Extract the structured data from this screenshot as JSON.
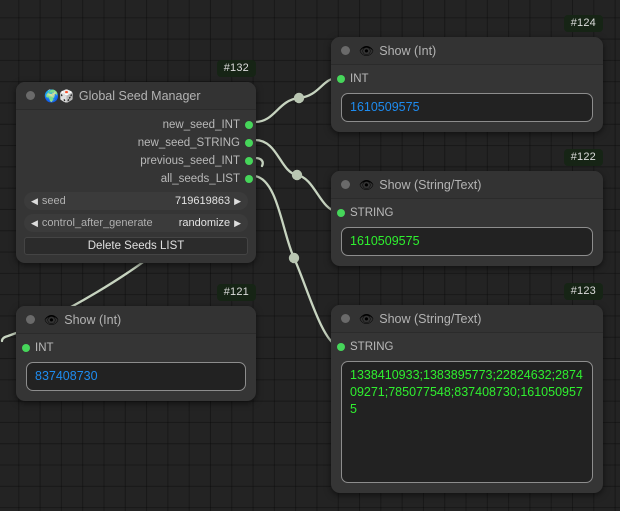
{
  "canvas": {
    "background": "#232323",
    "grid_color": "#1b1b1b",
    "link_color": "#c7d4c0"
  },
  "nodes": [
    {
      "id": "#132",
      "title": "Global Seed Manager",
      "icons": [
        "globe-emoji",
        "dice-emoji"
      ],
      "outputs": [
        {
          "label": "new_seed_INT",
          "color": "#46d65a"
        },
        {
          "label": "new_seed_STRING",
          "color": "#46d65a"
        },
        {
          "label": "previous_seed_INT",
          "color": "#46d65a"
        },
        {
          "label": "all_seeds_LIST",
          "color": "#46d65a"
        }
      ],
      "widgets": [
        {
          "type": "stepper",
          "label": "seed",
          "value": "719619863",
          "left": "◀",
          "right": "▶"
        },
        {
          "type": "stepper",
          "label": "control_after_generate",
          "value": "randomize",
          "left": "◀",
          "right": "▶"
        },
        {
          "type": "button",
          "label": "Delete Seeds LIST"
        }
      ]
    },
    {
      "id": "#124",
      "title": "Show (Int)",
      "icons": [
        "eye-emoji"
      ],
      "inputs": [
        {
          "label": "INT",
          "color": "#46d65a"
        }
      ],
      "value": "1610509575",
      "value_type": "int"
    },
    {
      "id": "#122",
      "title": "Show (String/Text)",
      "icons": [
        "eye-emoji"
      ],
      "inputs": [
        {
          "label": "STRING",
          "color": "#46d65a"
        }
      ],
      "value": "1610509575",
      "value_type": "string"
    },
    {
      "id": "#123",
      "title": "Show (String/Text)",
      "icons": [
        "eye-emoji"
      ],
      "inputs": [
        {
          "label": "STRING",
          "color": "#46d65a"
        }
      ],
      "value": "1338410933;1383895773;22824632;287409271;785077548;837408730;1610509575",
      "value_type": "string"
    },
    {
      "id": "#121",
      "title": "Show (Int)",
      "icons": [
        "eye-emoji"
      ],
      "inputs": [
        {
          "label": "INT",
          "color": "#46d65a"
        }
      ],
      "value": "837408730",
      "value_type": "int"
    }
  ]
}
